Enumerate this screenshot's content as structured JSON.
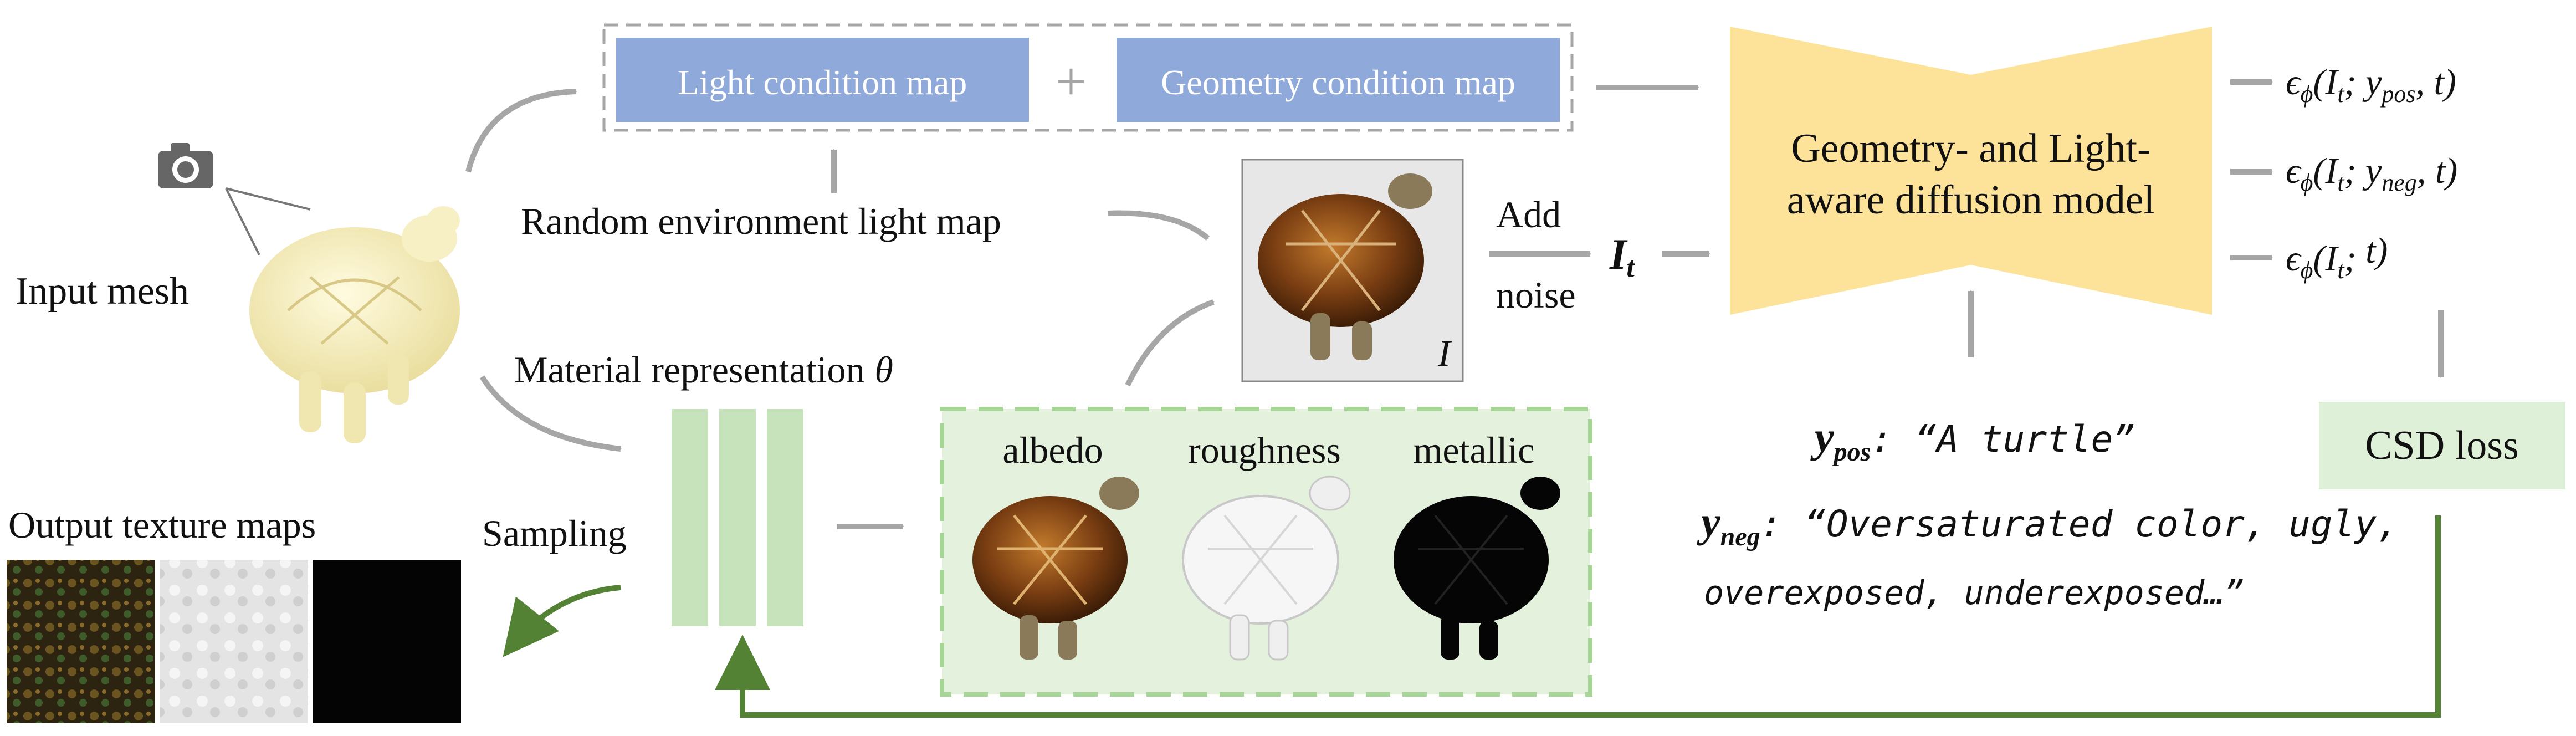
{
  "labels": {
    "camera": "camera-icon",
    "input_mesh": "Input mesh",
    "light_condition_map": "Light condition map",
    "plus": "+",
    "geometry_condition_map": "Geometry condition map",
    "random_env_light": "Random environment light map",
    "add": "Add",
    "noise": "noise",
    "it_main": "I",
    "it_sub": "t",
    "image_label": "I",
    "model_line1": "Geometry- and Light-",
    "model_line2": "aware diffusion model",
    "material_rep": "Material representation",
    "theta": "θ",
    "sampling": "Sampling",
    "output_texture_maps": "Output texture maps",
    "albedo": "albedo",
    "roughness": "roughness",
    "metallic": "metallic",
    "ypos_main": "y",
    "ypos_sub": "pos",
    "ypos_text": ": “A turtle”",
    "yneg_main": "y",
    "yneg_sub": "neg",
    "yneg_text": ": “Oversaturated color, ugly,",
    "yneg_text2": "overexposed, underexposed…”",
    "csd_loss": "CSD loss"
  },
  "outputs": [
    {
      "prefix": "ϵ",
      "sub": "ϕ",
      "body": "(I",
      "it_sub": "t",
      "cond": "; y",
      "cond_sub": "pos",
      "tail": ", t)"
    },
    {
      "prefix": "ϵ",
      "sub": "ϕ",
      "body": "(I",
      "it_sub": "t",
      "cond": "; y",
      "cond_sub": "neg",
      "tail": ", t)"
    },
    {
      "prefix": "ϵ",
      "sub": "ϕ",
      "body": "(I",
      "it_sub": "t",
      "cond": "; ",
      "cond_sub": "",
      "tail": "t)"
    }
  ],
  "colors": {
    "blue_box": "#8fa9da",
    "green_light": "#dff0d8",
    "green_bar": "#c6e3bc",
    "green_dash": "#a6d597",
    "green_arrow": "#548235",
    "yellow_model": "#fde39a",
    "gray_arrow": "#a6a6a6",
    "turtle_shell": "#7a3e12",
    "mesh": "#f6f0c4"
  }
}
